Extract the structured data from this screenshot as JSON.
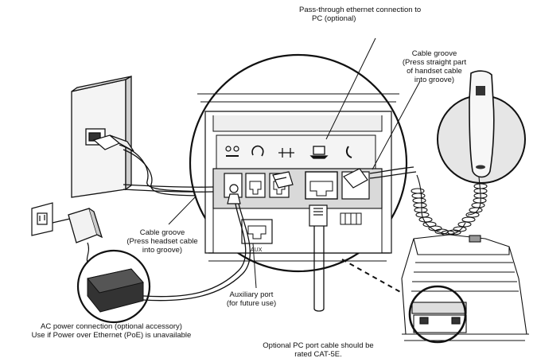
{
  "labels": {
    "passthrough": [
      "Pass-through ethernet connection to",
      "PC (optional)"
    ],
    "handset_groove": [
      "Cable groove",
      "(Press straight part",
      "of handset cable",
      "into groove)"
    ],
    "headset_groove": [
      "Cable groove",
      "(Press headset cable",
      "into groove)"
    ],
    "aux_port": [
      "Auxiliary port",
      "(for future use)"
    ],
    "ac_power": [
      "AC power connection (optional accessory)",
      "Use if Power over Ethernet (PoE) is unavailable"
    ],
    "pc_cable": [
      "Optional PC port cable should be",
      "rated CAT-5E."
    ],
    "aux_panel_text": "AUX"
  },
  "icons": [
    "power-icon",
    "headset-icon",
    "network-icon",
    "pc-icon",
    "handset-icon"
  ],
  "colors": {
    "line": "#111111",
    "panel": "#d9d9d9",
    "circle_fill": "#e6e6e6",
    "handset_fill": "#f2f2f2"
  }
}
